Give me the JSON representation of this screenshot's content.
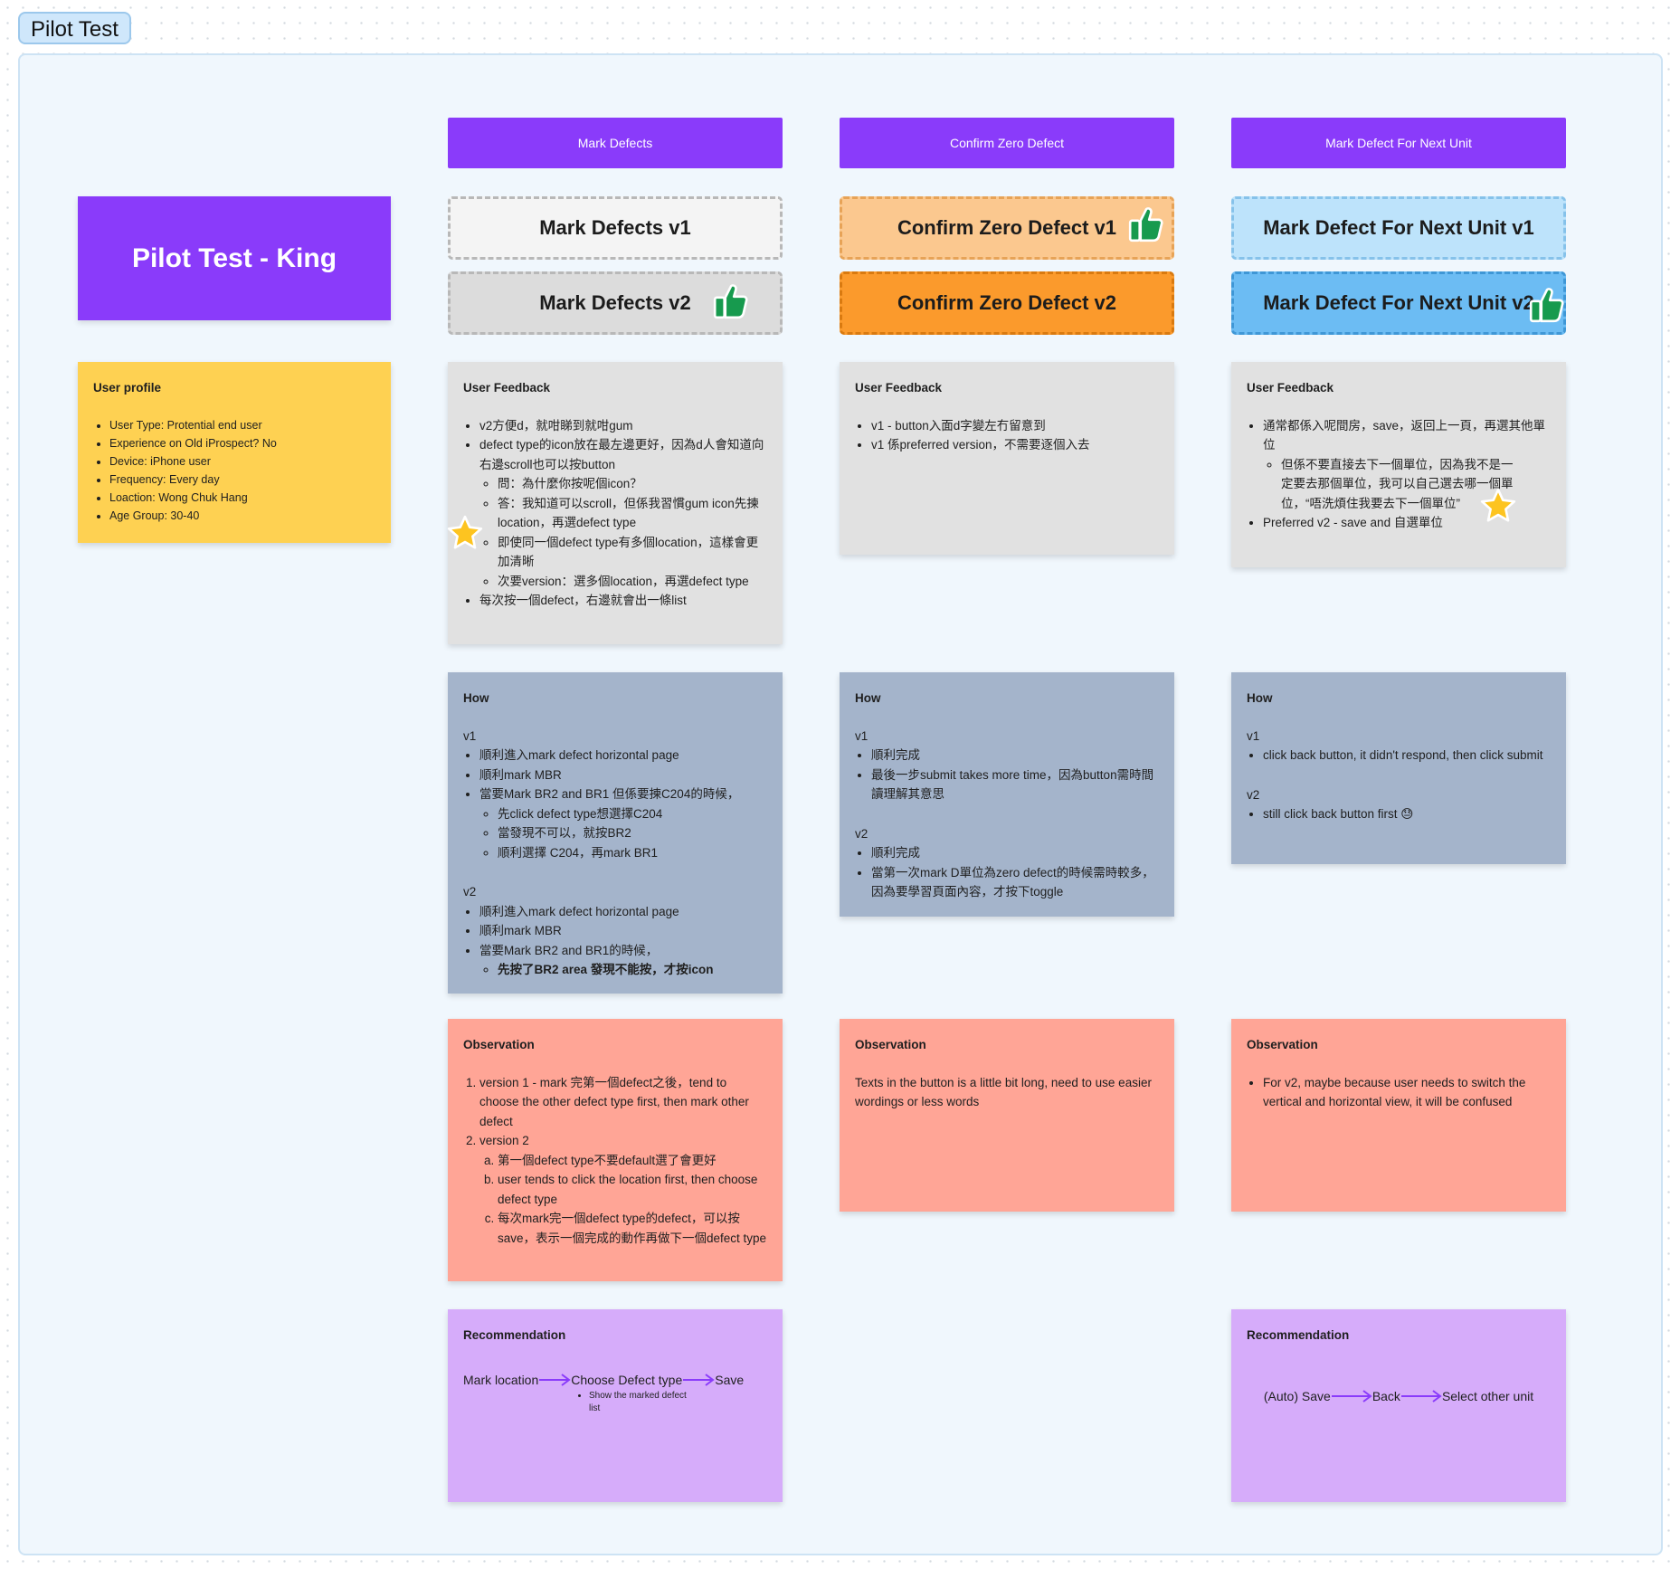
{
  "board": {
    "tag": "Pilot Test"
  },
  "title_card": "Pilot Test - King",
  "columns": [
    {
      "header": "Mark Defects",
      "v1": "Mark Defects v1",
      "v2": "Mark Defects v2"
    },
    {
      "header": "Confirm Zero Defect",
      "v1": "Confirm Zero Defect v1",
      "v2": "Confirm Zero Defect v2"
    },
    {
      "header": "Mark Defect For Next Unit",
      "v1": "Mark Defect For Next Unit v1",
      "v2": "Mark Defect For Next Unit v2"
    }
  ],
  "user_profile": {
    "title": "User profile",
    "items": [
      "User Type: Protential end user",
      "Experience on Old iProspect? No",
      "Device: iPhone user",
      "Frequency: Every day",
      "Loaction: Wong Chuk Hang",
      "Age Group: 30-40"
    ]
  },
  "feedback": [
    {
      "title": "User Feedback",
      "i1": "v2方便d，就咁睇到就咁gum",
      "i2": "defect type的icon放在最左邊更好，因為d人會知道向右邊scroll也可以按button",
      "i2a": "問：為什麼你按呢個icon？",
      "i2b": "答：我知道可以scroll，但係我習慣gum icon先揀location，再選defect type",
      "i2c": "即使同一個defect type有多個location，這樣會更加清晰",
      "i2d": "次要version：選多個location，再選defect type",
      "i3": "每次按一個defect，右邊就會出一條list"
    },
    {
      "title": "User Feedback",
      "i1": "v1 - button入面d字變左冇留意到",
      "i2": "v1 係preferred version，不需要逐個入去"
    },
    {
      "title": "User Feedback",
      "i1": "通常都係入呢間房，save，返回上一頁，再選其他單位",
      "i1a": "但係不要直接去下一個單位，因為我不是一定要去那個單位，我可以自己選去哪一個單位，“唔洗煩住我要去下一個單位”",
      "i2": "Preferred v2 - save and 自選單位"
    }
  ],
  "how": [
    {
      "title": "How",
      "v1_label": "v1",
      "v1": [
        "順利進入mark defect horizontal page",
        "順利mark MBR",
        "當要Mark BR2 and BR1 但係要揀C204的時候，"
      ],
      "v1_sub": [
        "先click defect type想選擇C204",
        "當發現不可以，就按BR2",
        "順利選擇 C204，再mark BR1"
      ],
      "v2_label": "v2",
      "v2": [
        "順利進入mark defect horizontal page",
        "順利mark MBR",
        "當要Mark BR2 and BR1的時候，"
      ],
      "v2_sub": "先按了BR2 area 發現不能按，才按icon"
    },
    {
      "title": "How",
      "v1_label": "v1",
      "v1": [
        "順利完成",
        "最後一步submit takes more time，因為button需時間讀理解其意思"
      ],
      "v2_label": "v2",
      "v2": [
        "順利完成",
        "當第一次mark D單位為zero defect的時候需時較多，因為要學習頁面內容，才按下toggle"
      ]
    },
    {
      "title": "How",
      "v1_label": "v1",
      "v1": [
        "click back button, it didn't respond, then click submit"
      ],
      "v2_label": "v2",
      "v2": [
        "still click back button first 😓"
      ]
    }
  ],
  "observation": [
    {
      "title": "Observation",
      "o1": "version 1 - mark 完第一個defect之後，tend to choose the other defect type first, then mark other defect",
      "o2": "version 2",
      "o2a": "第一個defect type不要default選了會更好",
      "o2b": "user tends to click the location first, then choose defect type",
      "o2c": "每次mark完一個defect type的defect，可以按save，表示一個完成的動作再做下一個defect type"
    },
    {
      "title": "Observation",
      "text": "Texts in the button is a little bit long, need to use easier wordings or less words"
    },
    {
      "title": "Observation",
      "item": "For v2, maybe because user needs to switch the vertical and horizontal view, it will be confused"
    }
  ],
  "recommendation": [
    {
      "title": "Recommendation",
      "steps": [
        "Mark location",
        "Choose Defect type",
        "Save"
      ],
      "note": "Show the marked defect list"
    },
    {
      "title": "Recommendation",
      "steps": [
        "(Auto) Save",
        "Back",
        "Select other unit"
      ]
    }
  ],
  "colors": {
    "purple": "#8a3bfa",
    "yellow_sticky": "#fed152",
    "gray_sticky": "#e1e1e1",
    "slate_sticky": "#a4b4cb",
    "salmon_sticky": "#ffa596",
    "lilac_sticky": "#d6acfa",
    "arrow": "#8a3bfa",
    "thumb": "#179a4e",
    "star": "#fdc420"
  },
  "icons": [
    "thumbs-up-icon",
    "star-icon",
    "arrow-right-icon"
  ]
}
